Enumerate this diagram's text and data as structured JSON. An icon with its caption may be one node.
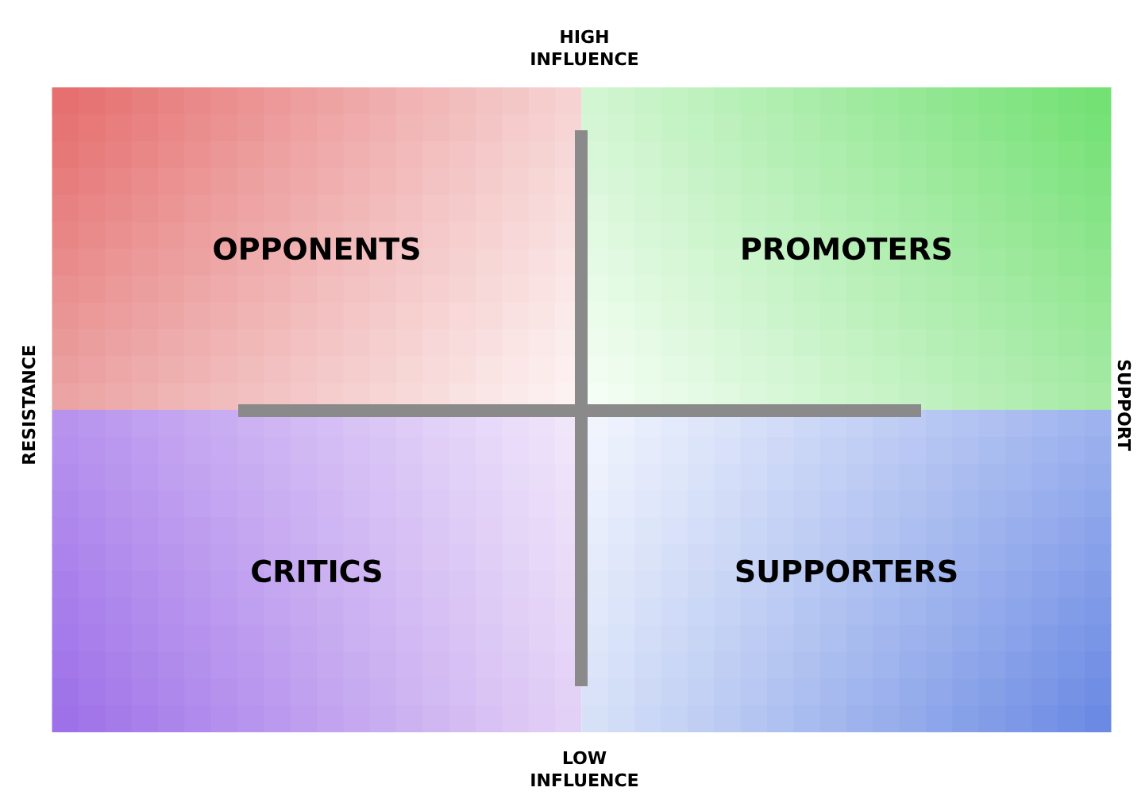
{
  "diagram": {
    "nodes": [
      {
        "text": [
          "OPPONENTS"
        ]
      },
      {
        "text": [
          "PROMOTERS"
        ]
      },
      {
        "text": [
          "CRITICS"
        ]
      },
      {
        "text": [
          "SUPPORTERS"
        ]
      }
    ],
    "labels": [
      "HIGH INFLUENCE",
      "RESISTANCE",
      "SUPPORT",
      "LOW INFLUENCE"
    ]
  }
}
